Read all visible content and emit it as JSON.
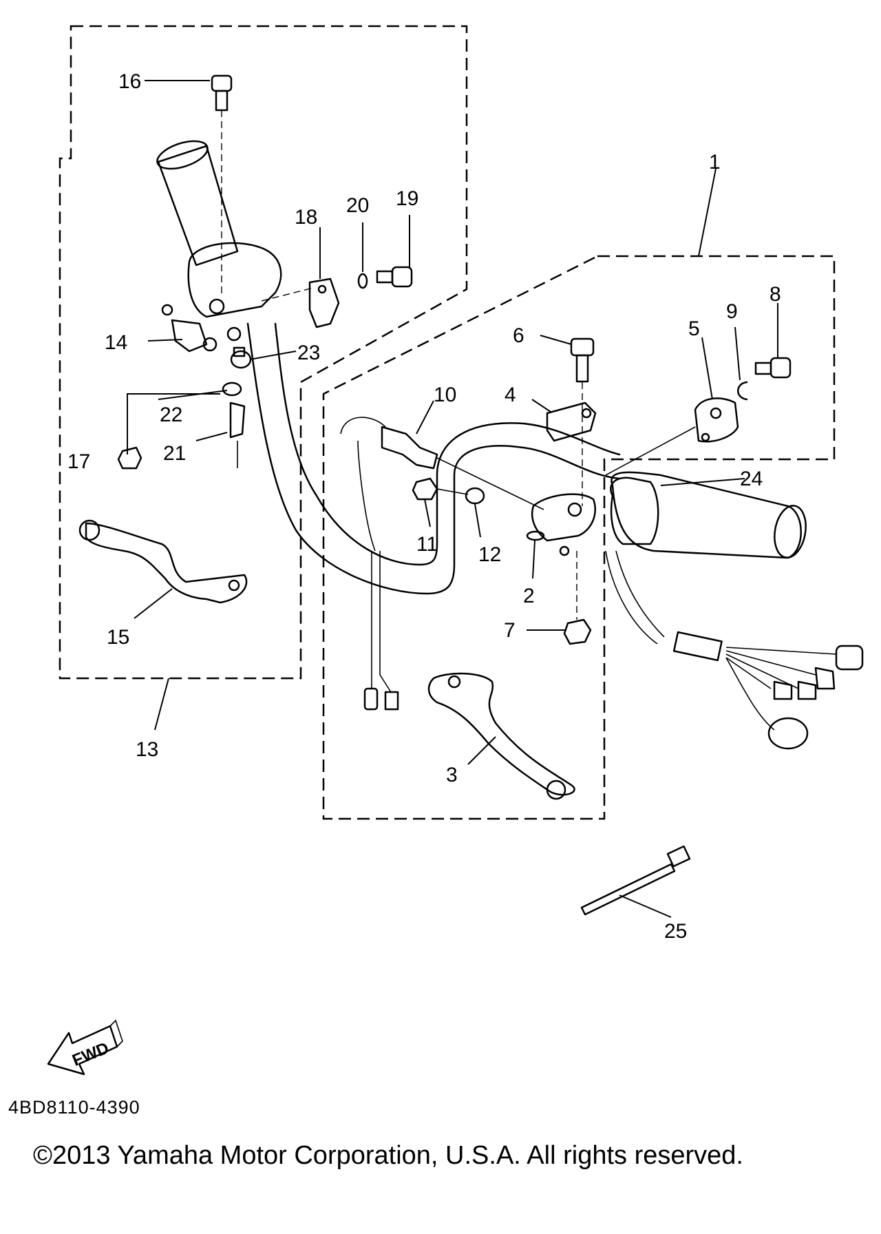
{
  "callouts": [
    {
      "id": "1",
      "label": "1"
    },
    {
      "id": "2",
      "label": "2"
    },
    {
      "id": "3",
      "label": "3"
    },
    {
      "id": "4",
      "label": "4"
    },
    {
      "id": "5",
      "label": "5"
    },
    {
      "id": "6",
      "label": "6"
    },
    {
      "id": "7",
      "label": "7"
    },
    {
      "id": "8",
      "label": "8"
    },
    {
      "id": "9",
      "label": "9"
    },
    {
      "id": "10",
      "label": "10"
    },
    {
      "id": "11",
      "label": "11"
    },
    {
      "id": "12",
      "label": "12"
    },
    {
      "id": "13",
      "label": "13"
    },
    {
      "id": "14",
      "label": "14"
    },
    {
      "id": "15",
      "label": "15"
    },
    {
      "id": "16",
      "label": "16"
    },
    {
      "id": "17",
      "label": "17"
    },
    {
      "id": "18",
      "label": "18"
    },
    {
      "id": "19",
      "label": "19"
    },
    {
      "id": "20",
      "label": "20"
    },
    {
      "id": "21",
      "label": "21"
    },
    {
      "id": "22",
      "label": "22"
    },
    {
      "id": "23",
      "label": "23"
    },
    {
      "id": "24",
      "label": "24"
    },
    {
      "id": "25",
      "label": "25"
    }
  ],
  "fwd_arrow_label": "FWD",
  "diagram_code": "4BD8110-4390",
  "copyright": "©2013 Yamaha Motor Corporation, U.S.A. All rights reserved."
}
